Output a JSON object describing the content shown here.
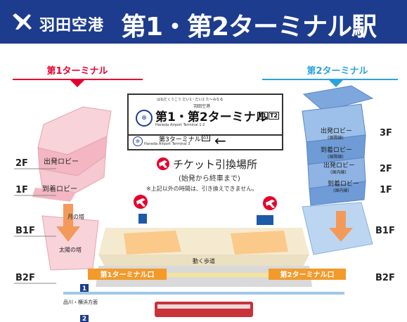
{
  "header": {
    "icon": "airplane-icon",
    "title_prefix": "羽田空港",
    "title_main": "第1・第2ターミナル駅"
  },
  "terminals": {
    "t1_label": "第1ターミナル",
    "t2_label": "第2ターミナル",
    "t1_color": "#e6002d",
    "t2_color": "#29a3dc"
  },
  "floors_left": [
    "2F",
    "1F",
    "B1F",
    "B2F"
  ],
  "floors_right": [
    "3F",
    "2F",
    "1F",
    "B1F",
    "B2F"
  ],
  "t1_areas": {
    "departure": "出発ロビー",
    "arrival": "到着ロビー",
    "moon_tower": "月の塔",
    "sun_tower": "太陽の塔"
  },
  "t2_areas": {
    "departure_intl": "出発ロビー",
    "departure_intl_sub": "(国際線)",
    "arrival_intl": "到着ロビー",
    "arrival_intl_sub": "(国際線)",
    "departure_dom": "出発ロビー",
    "departure_dom_sub": "(国内線)",
    "arrival_dom": "到着ロビー",
    "arrival_dom_sub": "(国内線)"
  },
  "station_sign": {
    "ruby": "はねだくうこう だい1・だい2 た～みなる",
    "subtitle": "羽田空港",
    "name": "第1・第2ターミナル",
    "badges": [
      "T1",
      "T2"
    ],
    "english": "Haneda Airport Terminal 1·2",
    "next_station": "第3ターミナル",
    "next_badge": "03",
    "next_english": "Haneda Airport Terminal 3"
  },
  "ticket": {
    "title": "チケット引換場所",
    "hours": "(始発から終車まで)",
    "note": "※上記以外の時間は、引き換えできません。"
  },
  "exits": {
    "t1_exit": "第1ターミナル口",
    "t2_exit": "第2ターミナル口",
    "walkway": "動く歩道"
  },
  "platforms": {
    "track1": "1",
    "track2": "2",
    "direction": "品川・横浜方面"
  }
}
